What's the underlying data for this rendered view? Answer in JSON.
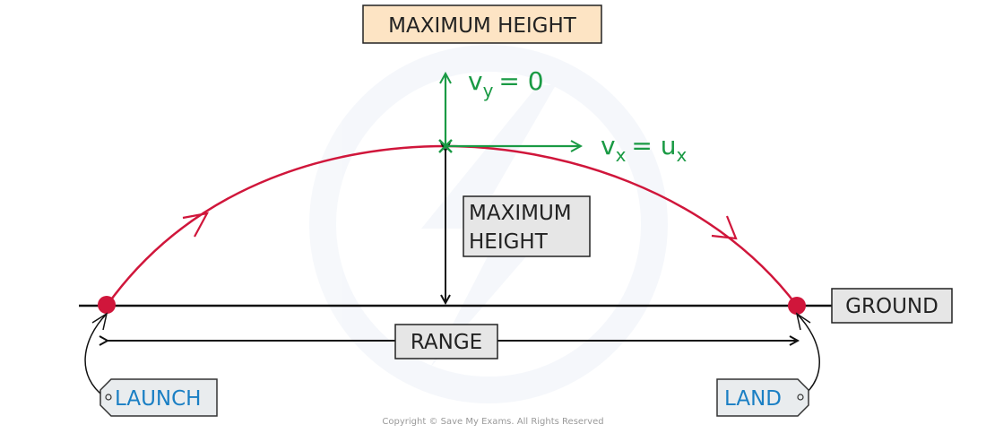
{
  "labels": {
    "max_height_top": "MAXIMUM  HEIGHT",
    "max_height_line1": "MAXIMUM",
    "max_height_line2": "HEIGHT",
    "ground": "GROUND",
    "range": "RANGE",
    "launch": "LAUNCH",
    "land": "LAND"
  },
  "vectors": {
    "vy_symbol": "v",
    "vy_subscript": "y",
    "vy_equals": "= 0",
    "vx_symbol": "v",
    "vx_subscript": "x",
    "vx_equals": "= u",
    "vx_rhs_subscript": "x"
  },
  "copyright": "Copyright © Save My Exams. All Rights Reserved",
  "colors": {
    "trajectory": "#d0163b",
    "velocity": "#1a9a44",
    "tag_text": "#1a7fc4",
    "highlight_box": "#fde4c4",
    "grey_box": "#e6e6e6",
    "tag_box": "#e9ecee",
    "watermark": "#eef2f8"
  }
}
